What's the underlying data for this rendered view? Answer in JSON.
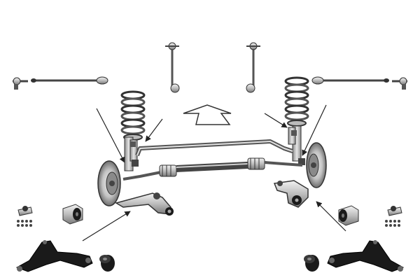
{
  "diagram": {
    "kind": "front-suspension-exploded-view",
    "colors": {
      "metal_light": "#d8d8d8",
      "metal_mid": "#a9a9a9",
      "metal_dark": "#4a4a4a",
      "black_part": "#1a1a1a",
      "outline": "#222222",
      "arrow": "#222222",
      "background": "#ffffff"
    },
    "parts": [
      "tie-rod-end-left",
      "tie-rod-left",
      "stabilizer-link-left",
      "stabilizer-link-right",
      "tie-rod-right",
      "tie-rod-end-right",
      "coil-spring-left",
      "coil-spring-right",
      "direction-arrow",
      "strut-left",
      "strut-right",
      "stabilizer-bar",
      "steering-rack",
      "brake-disc-left",
      "brake-disc-right",
      "control-arm-left",
      "control-arm-right",
      "ball-joint-left",
      "ball-joint-right",
      "bushing-left",
      "bushing-right",
      "wishbone-left",
      "wishbone-right",
      "rubber-mount-left",
      "rubber-mount-right"
    ]
  }
}
